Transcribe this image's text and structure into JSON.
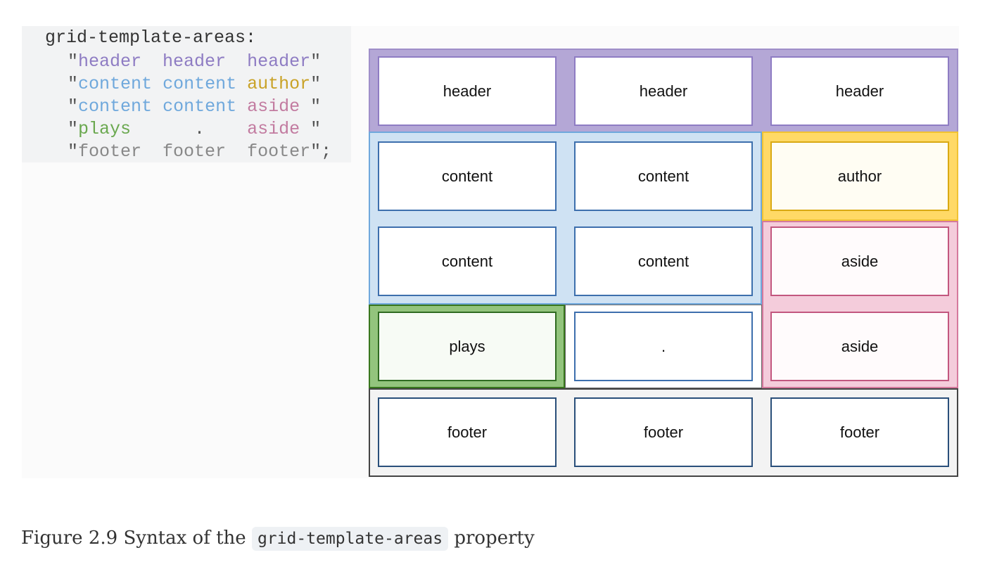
{
  "code": {
    "declaration": "grid-template-areas:",
    "rows": [
      [
        {
          "text": "\"",
          "cls": "c-quote"
        },
        {
          "text": "header",
          "cls": "c-header"
        },
        {
          "text": "  ",
          "cls": "c-quote"
        },
        {
          "text": "header",
          "cls": "c-header"
        },
        {
          "text": "  ",
          "cls": "c-quote"
        },
        {
          "text": "header",
          "cls": "c-header"
        },
        {
          "text": "\"",
          "cls": "c-quote"
        }
      ],
      [
        {
          "text": "\"",
          "cls": "c-quote"
        },
        {
          "text": "content",
          "cls": "c-content"
        },
        {
          "text": " ",
          "cls": "c-quote"
        },
        {
          "text": "content",
          "cls": "c-content"
        },
        {
          "text": " ",
          "cls": "c-quote"
        },
        {
          "text": "author",
          "cls": "c-author"
        },
        {
          "text": "\"",
          "cls": "c-quote"
        }
      ],
      [
        {
          "text": "\"",
          "cls": "c-quote"
        },
        {
          "text": "content",
          "cls": "c-content"
        },
        {
          "text": " ",
          "cls": "c-quote"
        },
        {
          "text": "content",
          "cls": "c-content"
        },
        {
          "text": " ",
          "cls": "c-quote"
        },
        {
          "text": "aside",
          "cls": "c-aside"
        },
        {
          "text": " \"",
          "cls": "c-quote"
        }
      ],
      [
        {
          "text": "\"",
          "cls": "c-quote"
        },
        {
          "text": "plays",
          "cls": "c-plays"
        },
        {
          "text": "      ",
          "cls": "c-quote"
        },
        {
          "text": ".",
          "cls": "c-dot"
        },
        {
          "text": "    ",
          "cls": "c-quote"
        },
        {
          "text": "aside",
          "cls": "c-aside"
        },
        {
          "text": " \"",
          "cls": "c-quote"
        }
      ],
      [
        {
          "text": "\"",
          "cls": "c-quote"
        },
        {
          "text": "footer",
          "cls": "c-footer"
        },
        {
          "text": "  ",
          "cls": "c-quote"
        },
        {
          "text": "footer",
          "cls": "c-footer"
        },
        {
          "text": "  ",
          "cls": "c-quote"
        },
        {
          "text": "footer",
          "cls": "c-footer"
        },
        {
          "text": "\";",
          "cls": "c-quote"
        }
      ]
    ]
  },
  "grid": {
    "cells": [
      [
        "header",
        "header",
        "header"
      ],
      [
        "content",
        "content",
        "author"
      ],
      [
        "content",
        "content",
        "aside"
      ],
      [
        "plays",
        ".",
        "aside"
      ],
      [
        "footer",
        "footer",
        "footer"
      ]
    ]
  },
  "colors": {
    "header": "#b4a7d6",
    "content": "#cfe2f3",
    "author": "#ffd966",
    "aside": "#f4ccdb",
    "plays": "#93c47d",
    "footer": "#f3f3f3"
  },
  "caption": {
    "prefix": "Figure 2.9 Syntax of the ",
    "code": "grid-template-areas",
    "suffix": " property"
  }
}
